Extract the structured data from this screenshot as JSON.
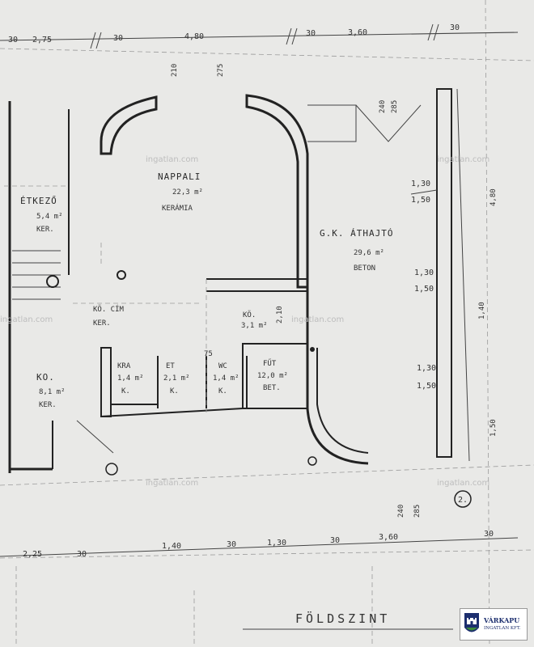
{
  "rooms": {
    "living": {
      "name": "NAPPALI",
      "area": "22,3 m²",
      "floor": "KERÁMIA"
    },
    "dining": {
      "name": "ÉTKEZŐ",
      "area": "5,4 m²",
      "floor": "KER."
    },
    "hall": {
      "name": "G.K. ÁTHAJTÓ",
      "area": "29,6 m²",
      "floor": "BETON"
    },
    "kitchen": {
      "name": "KÖ. CÍM",
      "floor": "KER."
    },
    "pantry": {
      "name": "KÖ.",
      "area": "3,1 m²"
    },
    "kamra": {
      "name": "KRA",
      "area": "1,4 m²",
      "floor": "K."
    },
    "et": {
      "name": "ET",
      "area": "2,1 m²",
      "floor": "K."
    },
    "wc": {
      "name": "WC",
      "area": "1,4 m²",
      "floor": "K."
    },
    "boiler": {
      "name": "FŰT",
      "area": "12,0 m²",
      "floor": "BET."
    },
    "room": {
      "name": "KO.",
      "area": "8,1 m²",
      "floor": "KER."
    }
  },
  "dimensions": {
    "top_row": [
      "30",
      "2,75",
      "30",
      "4,80",
      "30",
      "3,60",
      "30"
    ],
    "bottom_row": [
      "2,25",
      "30",
      "1,40",
      "30",
      "1,30",
      "30",
      "3,60",
      "30"
    ],
    "window_marks": [
      "1,30",
      "1,50"
    ],
    "heights": [
      "210",
      "275",
      "240",
      "285",
      "1,40",
      "4,80",
      "1,50",
      "2,10",
      "75"
    ],
    "grid_axis": "2."
  },
  "plan_title": "FÖLDSZINT",
  "watermark": "ingatlan.com",
  "logo": {
    "line1": "VÁRKAPU",
    "line2": "INGATLAN KFT."
  },
  "colors": {
    "paper": "#e9e9e7",
    "ink": "#222222",
    "logo_blue": "#1c2e6e",
    "logo_green": "#3d8a3a"
  }
}
